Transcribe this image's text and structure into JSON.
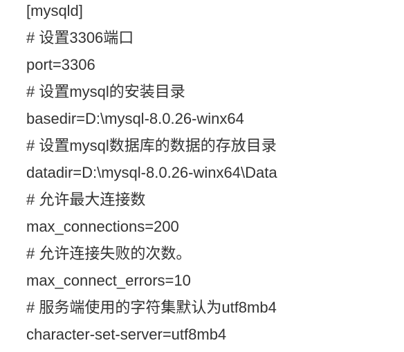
{
  "document": {
    "lines": [
      "[mysqld]",
      "# 设置3306端口",
      "port=3306",
      "# 设置mysql的安装目录",
      "basedir=D:\\mysql-8.0.26-winx64",
      "# 设置mysql数据库的数据的存放目录",
      "datadir=D:\\mysql-8.0.26-winx64\\Data",
      "# 允许最大连接数",
      "max_connections=200",
      "# 允许连接失败的次数。",
      "max_connect_errors=10",
      "# 服务端使用的字符集默认为utf8mb4",
      "character-set-server=utf8mb4"
    ]
  }
}
